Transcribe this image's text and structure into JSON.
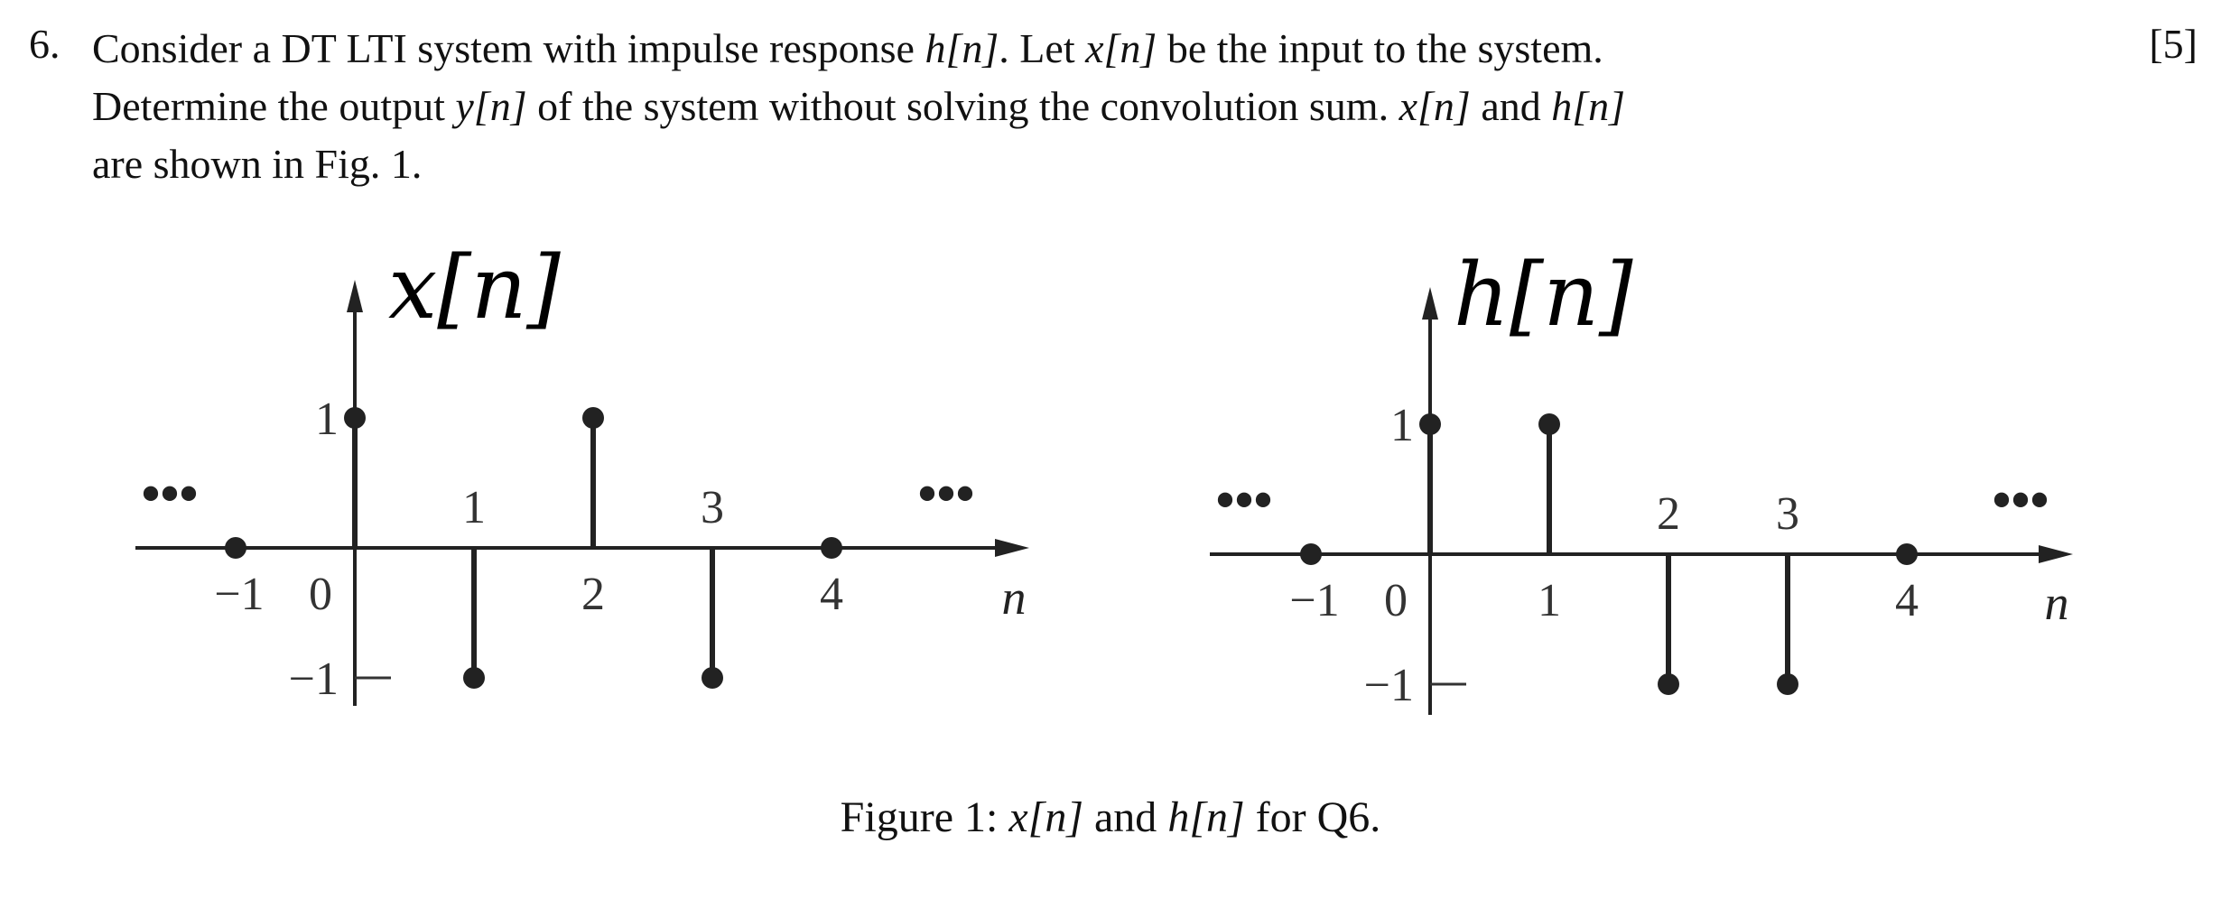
{
  "question": {
    "number": "6.",
    "marks": "[5]",
    "line1": [
      {
        "t": "Consider a DT LTI system with impulse response "
      },
      {
        "t": "h[n]",
        "m": true
      },
      {
        "t": ". Let "
      },
      {
        "t": "x[n]",
        "m": true
      },
      {
        "t": " be the input to the system."
      }
    ],
    "line2": [
      {
        "t": "Determine the output "
      },
      {
        "t": "y[n]",
        "m": true
      },
      {
        "t": " of the system without solving the convolution sum. "
      },
      {
        "t": "x[n]",
        "m": true
      },
      {
        "t": " and "
      },
      {
        "t": "h[n]",
        "m": true
      }
    ],
    "line3": [
      {
        "t": "are shown in Fig. 1."
      }
    ]
  },
  "caption": [
    {
      "t": "Figure 1: "
    },
    {
      "t": "x[n]",
      "m": true
    },
    {
      "t": " and "
    },
    {
      "t": "h[n]",
      "m": true
    },
    {
      "t": " for Q6."
    }
  ],
  "chart_data": [
    {
      "type": "stem",
      "title": "x[n]",
      "xlabel": "n",
      "x": [
        -1,
        0,
        1,
        2,
        3,
        4
      ],
      "y": [
        0,
        1,
        -1,
        1,
        -1,
        0
      ],
      "tick_labels_below": [
        "−1",
        "0",
        "2",
        "4"
      ],
      "tick_labels_above": [
        "1",
        "3"
      ],
      "y_tick_labels": [
        "1",
        "−1"
      ],
      "ellipsis": "•••"
    },
    {
      "type": "stem",
      "title": "h[n]",
      "xlabel": "n",
      "x": [
        -1,
        0,
        1,
        2,
        3,
        4
      ],
      "y": [
        0,
        1,
        1,
        -1,
        -1,
        0
      ],
      "tick_labels_below": [
        "−1",
        "0",
        "1",
        "4"
      ],
      "tick_labels_above": [
        "2",
        "3"
      ],
      "y_tick_labels": [
        "1",
        "−1"
      ],
      "ellipsis": "•••"
    }
  ]
}
